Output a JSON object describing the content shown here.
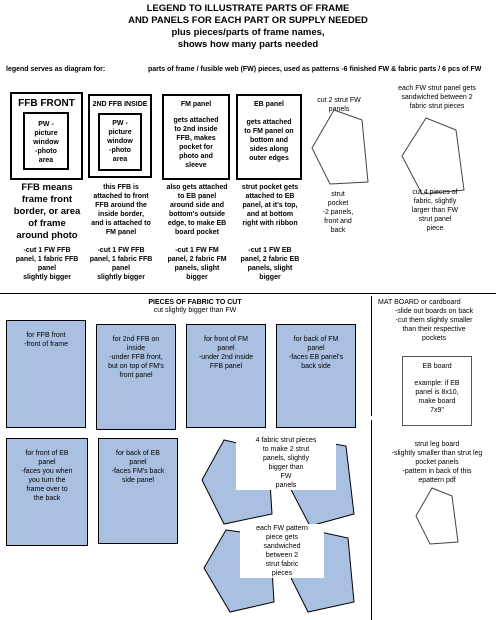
{
  "header": {
    "line1": "LEGEND TO ILLUSTRATE PARTS OF FRAME",
    "line2": "AND PANELS FOR EACH PART OR SUPPLY NEEDED",
    "line3": "plus pieces/parts of frame names,",
    "line4": "shows how many parts needed"
  },
  "legend": {
    "intro": "legend serves as diagram for:",
    "parts": "parts of frame  /  fusible web (FW) pieces, used as patterns -6 finished FW & fabric parts / 6 pcs of FW"
  },
  "ffb_front": {
    "title": "FFB FRONT",
    "inner": "PW -\npicture\nwindow\n-photo\narea",
    "desc": "FFB means\nframe front\nborder, or area\nof frame\naround photo",
    "cut": "-cut 1 FW FFB\npanel, 1 fabric FFB\npanel\nslightly bigger"
  },
  "ffb_inside": {
    "title": "2ND FFB INSIDE",
    "inner": "PW -\npicture\nwindow\n-photo\narea",
    "desc": "this FFB is\nattached to front\nFFB around the\ninside border,\nand is attached to\nFM panel",
    "cut": "-cut 1 FW FFB\npanel, 1 fabric FFB\npanel\nslightly bigger"
  },
  "fm_panel": {
    "title": "FM panel",
    "inner": "gets attached\nto 2nd inside\nFFB, makes\npocket for\nphoto and\nsleeve",
    "desc": "also gets attached\nto EB panel\naround side and\nbottom's outside\nedge, to make EB\nboard pocket",
    "cut": "-cut 1 FW FM\npanel, 2 fabric FM\npanels, slight\nbigger"
  },
  "eb_panel": {
    "title": "EB panel",
    "inner": "gets attached\nto FM panel on\nbottom and\nsides along\nouter edges",
    "desc": "strut pocket gets\nattached to EB\npanel, at it's top,\nand at bottom\nright with ribbon",
    "cut": "-cut 1 FW EB\npanel, 2 fabric EB\npanels, slight\nbigger"
  },
  "strut_fw": {
    "title": "cut 2 strut FW\npanels",
    "desc": "strut\npocket\n-2 panels,\nfront and\nback"
  },
  "strut_pieces": {
    "title": "each FW strut panel gets\nsandwiched between 2\nfabric strut pieces",
    "desc": "cut 4 pieces of\nfabric, slightly\nlarger than FW\nstrut panel\npiece"
  },
  "fabric": {
    "title": "PIECES OF FABRIC TO CUT",
    "subtitle": "cut slightly bigger than FW",
    "ffb_front": "for FFB front\n-front of frame",
    "ffb_inside": "for 2nd FFB on\ninside\n-under FFB front,\nbut on top of FM's\nfront panel",
    "fm_front": "for front of FM\npanel\n-under 2nd inside\nFFB panel",
    "fm_back": "for back of FM\npanel\n-faces EB panel's\nback side",
    "eb_front": "for front of EB\npanel\n-faces you when\nyou turn the\nframe over to\nthe  back",
    "eb_back": "for back of EB\npanel\n-faces FM's back\nside panel",
    "strut_note1": "4 fabric strut pieces\nto make 2 strut\npanels, slightly\nbigger than\nFW\npanels",
    "strut_note2": "each FW pattern\npiece gets\nsandwiched\nbetween 2\nstrut fabric\npieces"
  },
  "mat": {
    "title": "MAT BOARD or cardboard",
    "body": "-slide out boards on back\n-cut them slightly smaller\nthan their respective\npockets",
    "eb_title": "EB board",
    "eb_body": "example: if EB\npanel is 8x10,\nmake board\n7x9\"",
    "strut_leg": "strut leg board\n-slightly smaller than strut leg\npocket panels\n-pattern in back of this\nepattern pdf"
  },
  "colors": {
    "fabric_fill": "#a9c0e1",
    "outline": "#000000"
  }
}
